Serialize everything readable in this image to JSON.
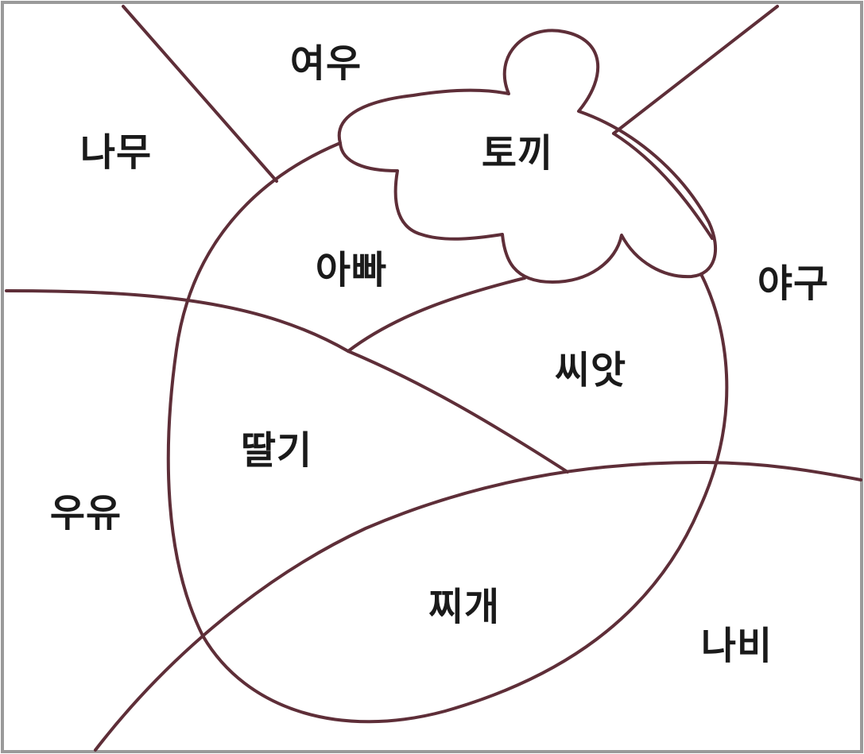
{
  "colors": {
    "frame": "#9a9a9a",
    "line": "#5e2e38",
    "text": "#1a1a1a",
    "background": "#ffffff"
  },
  "regions": {
    "fox": "여우",
    "tree": "나무",
    "rabbit": "토끼",
    "dad": "아빠",
    "baseball": "야구",
    "seed": "씨앗",
    "strawberry": "딸기",
    "milk": "우유",
    "stew": "찌개",
    "butterfly": "나비"
  }
}
